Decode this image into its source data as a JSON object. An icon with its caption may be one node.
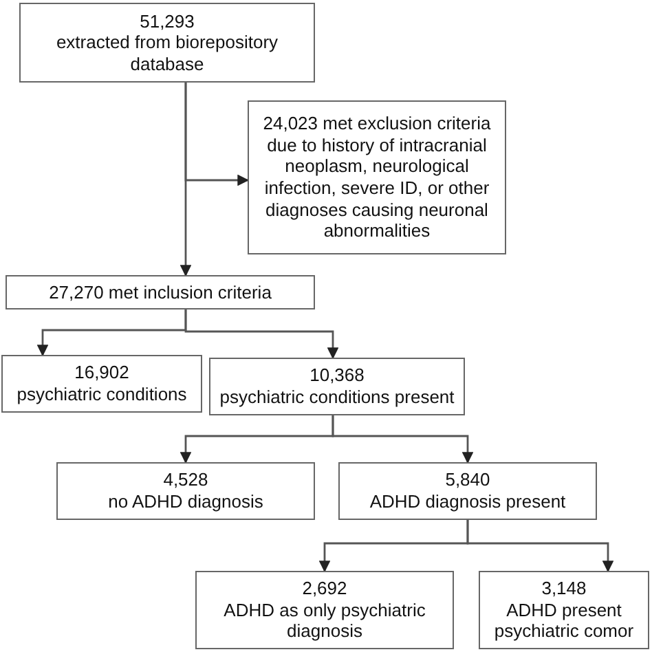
{
  "diagram": {
    "nodes": [
      {
        "text": [
          "51,293",
          "extracted from biorepository database"
        ]
      },
      {
        "text": [
          "24,023 met exclusion criteria due to history of intracranial neoplasm, neurological infection, severe ID, or other diagnoses causing neuronal abnormalities"
        ]
      },
      {
        "text": [
          "27,270 met inclusion criteria"
        ]
      },
      {
        "text": [
          "16,902",
          "psychiatric conditions"
        ]
      },
      {
        "text": [
          "10,368",
          "psychiatric conditions present"
        ]
      },
      {
        "text": [
          "4,528",
          "no ADHD diagnosis"
        ]
      },
      {
        "text": [
          "5,840",
          "ADHD diagnosis present"
        ]
      },
      {
        "text": [
          "2,692",
          "ADHD as only psychiatric diagnosis"
        ]
      },
      {
        "text": [
          "3,148",
          "ADHD present",
          "psychiatric comor"
        ]
      }
    ],
    "edges": [
      {
        "from": 0,
        "to": 2,
        "arrow": "to"
      },
      {
        "from": 0,
        "to": 1,
        "arrow": "to"
      },
      {
        "from": 2,
        "to": 3,
        "arrow": "to"
      },
      {
        "from": 2,
        "to": 4,
        "arrow": "to"
      },
      {
        "from": 4,
        "to": 5,
        "arrow": "to"
      },
      {
        "from": 4,
        "to": 6,
        "arrow": "to"
      },
      {
        "from": 6,
        "to": 7,
        "arrow": "to"
      },
      {
        "from": 6,
        "to": 8,
        "arrow": "to"
      }
    ]
  }
}
